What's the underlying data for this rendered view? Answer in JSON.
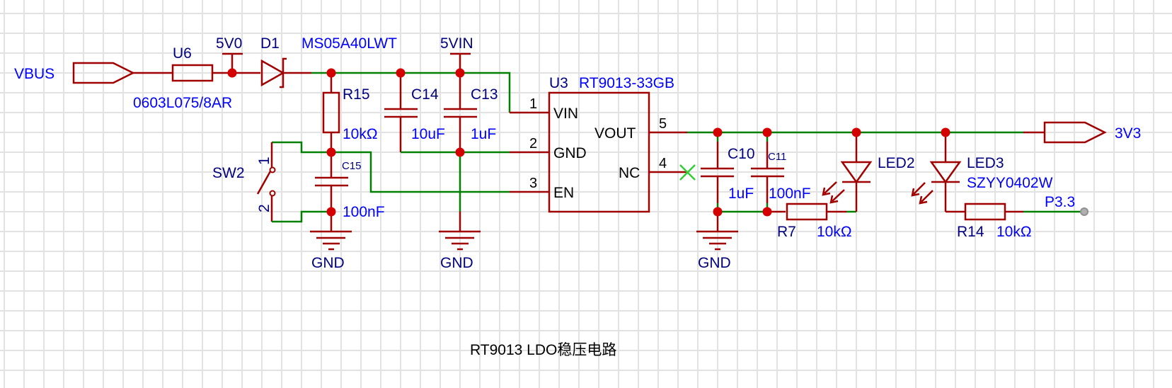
{
  "title": "RT9013 LDO稳压电路",
  "colors": {
    "wire": "#008000",
    "component": "#a00000",
    "junction": "#d40000",
    "ref_text": "#000080",
    "value_text": "#0000ff",
    "noconnect": "#33cc33",
    "grid": "#e2e2e2"
  },
  "ports": {
    "vbus": "VBUS",
    "v3v3": "3V3"
  },
  "net_labels": {
    "n5v0": "5V0",
    "n5vin": "5VIN",
    "p33": "P3.3"
  },
  "components": {
    "u6": {
      "ref": "U6",
      "value": "0603L075/8AR"
    },
    "d1": {
      "ref": "D1",
      "value": "MS05A40LWT"
    },
    "r15": {
      "ref": "R15",
      "value": "10kΩ"
    },
    "c14": {
      "ref": "C14",
      "value": "10uF"
    },
    "c13": {
      "ref": "C13",
      "value": "1uF"
    },
    "c15": {
      "ref": "C15",
      "value": "100nF"
    },
    "sw2": {
      "ref": "SW2",
      "pin1": "1",
      "pin2": "2"
    },
    "u3": {
      "ref": "U3",
      "value": "RT9013-33GB",
      "pins": [
        {
          "num": "1",
          "name": "VIN"
        },
        {
          "num": "2",
          "name": "GND"
        },
        {
          "num": "3",
          "name": "EN"
        },
        {
          "num": "5",
          "name": "VOUT"
        },
        {
          "num": "4",
          "name": "NC"
        }
      ]
    },
    "c10": {
      "ref": "C10",
      "value": "1uF"
    },
    "c11": {
      "ref": "C11",
      "value": "100nF"
    },
    "r7": {
      "ref": "R7",
      "value": "10kΩ"
    },
    "led2": {
      "ref": "LED2"
    },
    "led3": {
      "ref": "LED3",
      "value": "SZYY0402W"
    },
    "r14": {
      "ref": "R14",
      "value": "10kΩ"
    }
  },
  "gnd_labels": [
    "GND",
    "GND",
    "GND"
  ]
}
